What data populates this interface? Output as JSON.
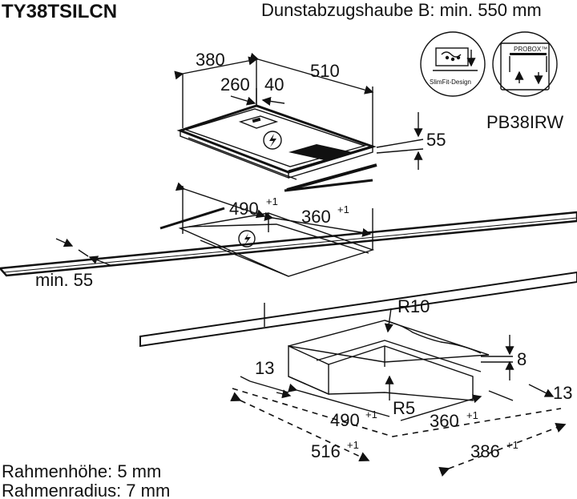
{
  "header": {
    "model": "TY38TSILCN",
    "hood_note": "Dunstabzugshaube B: min. 550 mm"
  },
  "badges": {
    "slimfit_label": "SlimFit-Design",
    "probox_label": "PROBOX™",
    "product_code": "PB38IRW"
  },
  "dimensions": {
    "width_total": "380",
    "depth_total": "510",
    "width_inner": "260",
    "edge_offset": "40",
    "height": "55",
    "cutout_depth": "490",
    "cutout_width": "360",
    "tolerance": "+1",
    "min_distance": "min. 55",
    "radius_outer": "R10",
    "radius_inner": "R5",
    "frame_height": "8",
    "frame_margin_left": "13",
    "frame_margin_right": "13",
    "frame_depth_outer": "516",
    "frame_width_outer": "386"
  },
  "footer": {
    "frame_height_note": "Rahmenhöhe: 5 mm",
    "frame_radius_note": "Rahmenradius: 7 mm"
  }
}
